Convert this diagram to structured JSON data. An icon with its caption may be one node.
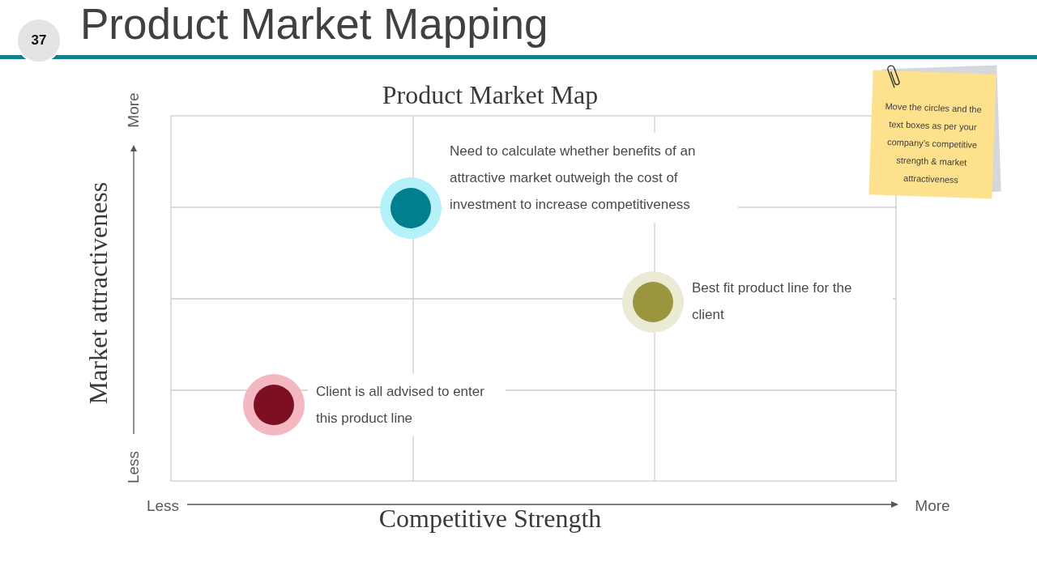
{
  "diagram": {
    "title": "Product Market Mapping",
    "nodes": [
      {
        "text": [
          "37"
        ]
      },
      {
        "text": [
          "Move the circles and the text boxes as per your company’s competitive strength & market attractiveness"
        ]
      },
      {
        "text": [],
        "shape": "circle",
        "beside": [
          "Need to calculate whether benefits of an attractive market outweigh the cost of investment to increase competitiveness"
        ]
      },
      {
        "text": [],
        "shape": "circle",
        "beside": [
          "Best fit product line for the client"
        ]
      },
      {
        "text": [],
        "shape": "circle",
        "beside": [
          "Client is all advised to enter this product line"
        ]
      }
    ],
    "labels": [
      "Product Market Map",
      "More",
      "Less",
      "Market attractiveness",
      "Less",
      "More",
      "Competitive Strength"
    ]
  }
}
